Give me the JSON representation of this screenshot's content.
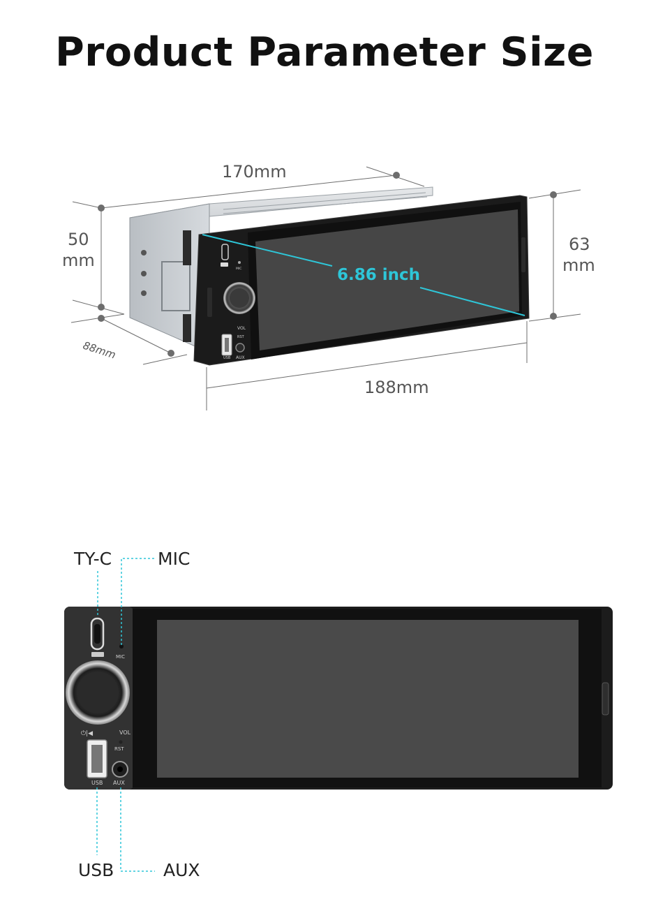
{
  "title": "Product Parameter Size",
  "dimensions": {
    "top_width": "170mm",
    "height_left_line1": "50",
    "height_left_line2": "mm",
    "height_right_line1": "63",
    "height_right_line2": "mm",
    "depth": "88mm",
    "front_width": "188mm",
    "screen_diagonal": "6.86 inch"
  },
  "panel_labels": {
    "top_view": {
      "vol": "VOL",
      "rst": "RST",
      "usb": "USB",
      "aux": "AUX",
      "mic": "MIC"
    },
    "front_view": {
      "mic": "MIC",
      "vol": "VOL",
      "rst": "RST",
      "usb": "USB",
      "aux": "AUX"
    }
  },
  "ports": {
    "type_c": "TY-C",
    "mic": "MIC",
    "usb": "USB",
    "aux": "AUX"
  },
  "colors": {
    "accent_cyan": "#2ec6d8",
    "dimension_gray": "#6d6d6d",
    "screen": "#4a4a4a",
    "body": "#1c1c1c"
  }
}
